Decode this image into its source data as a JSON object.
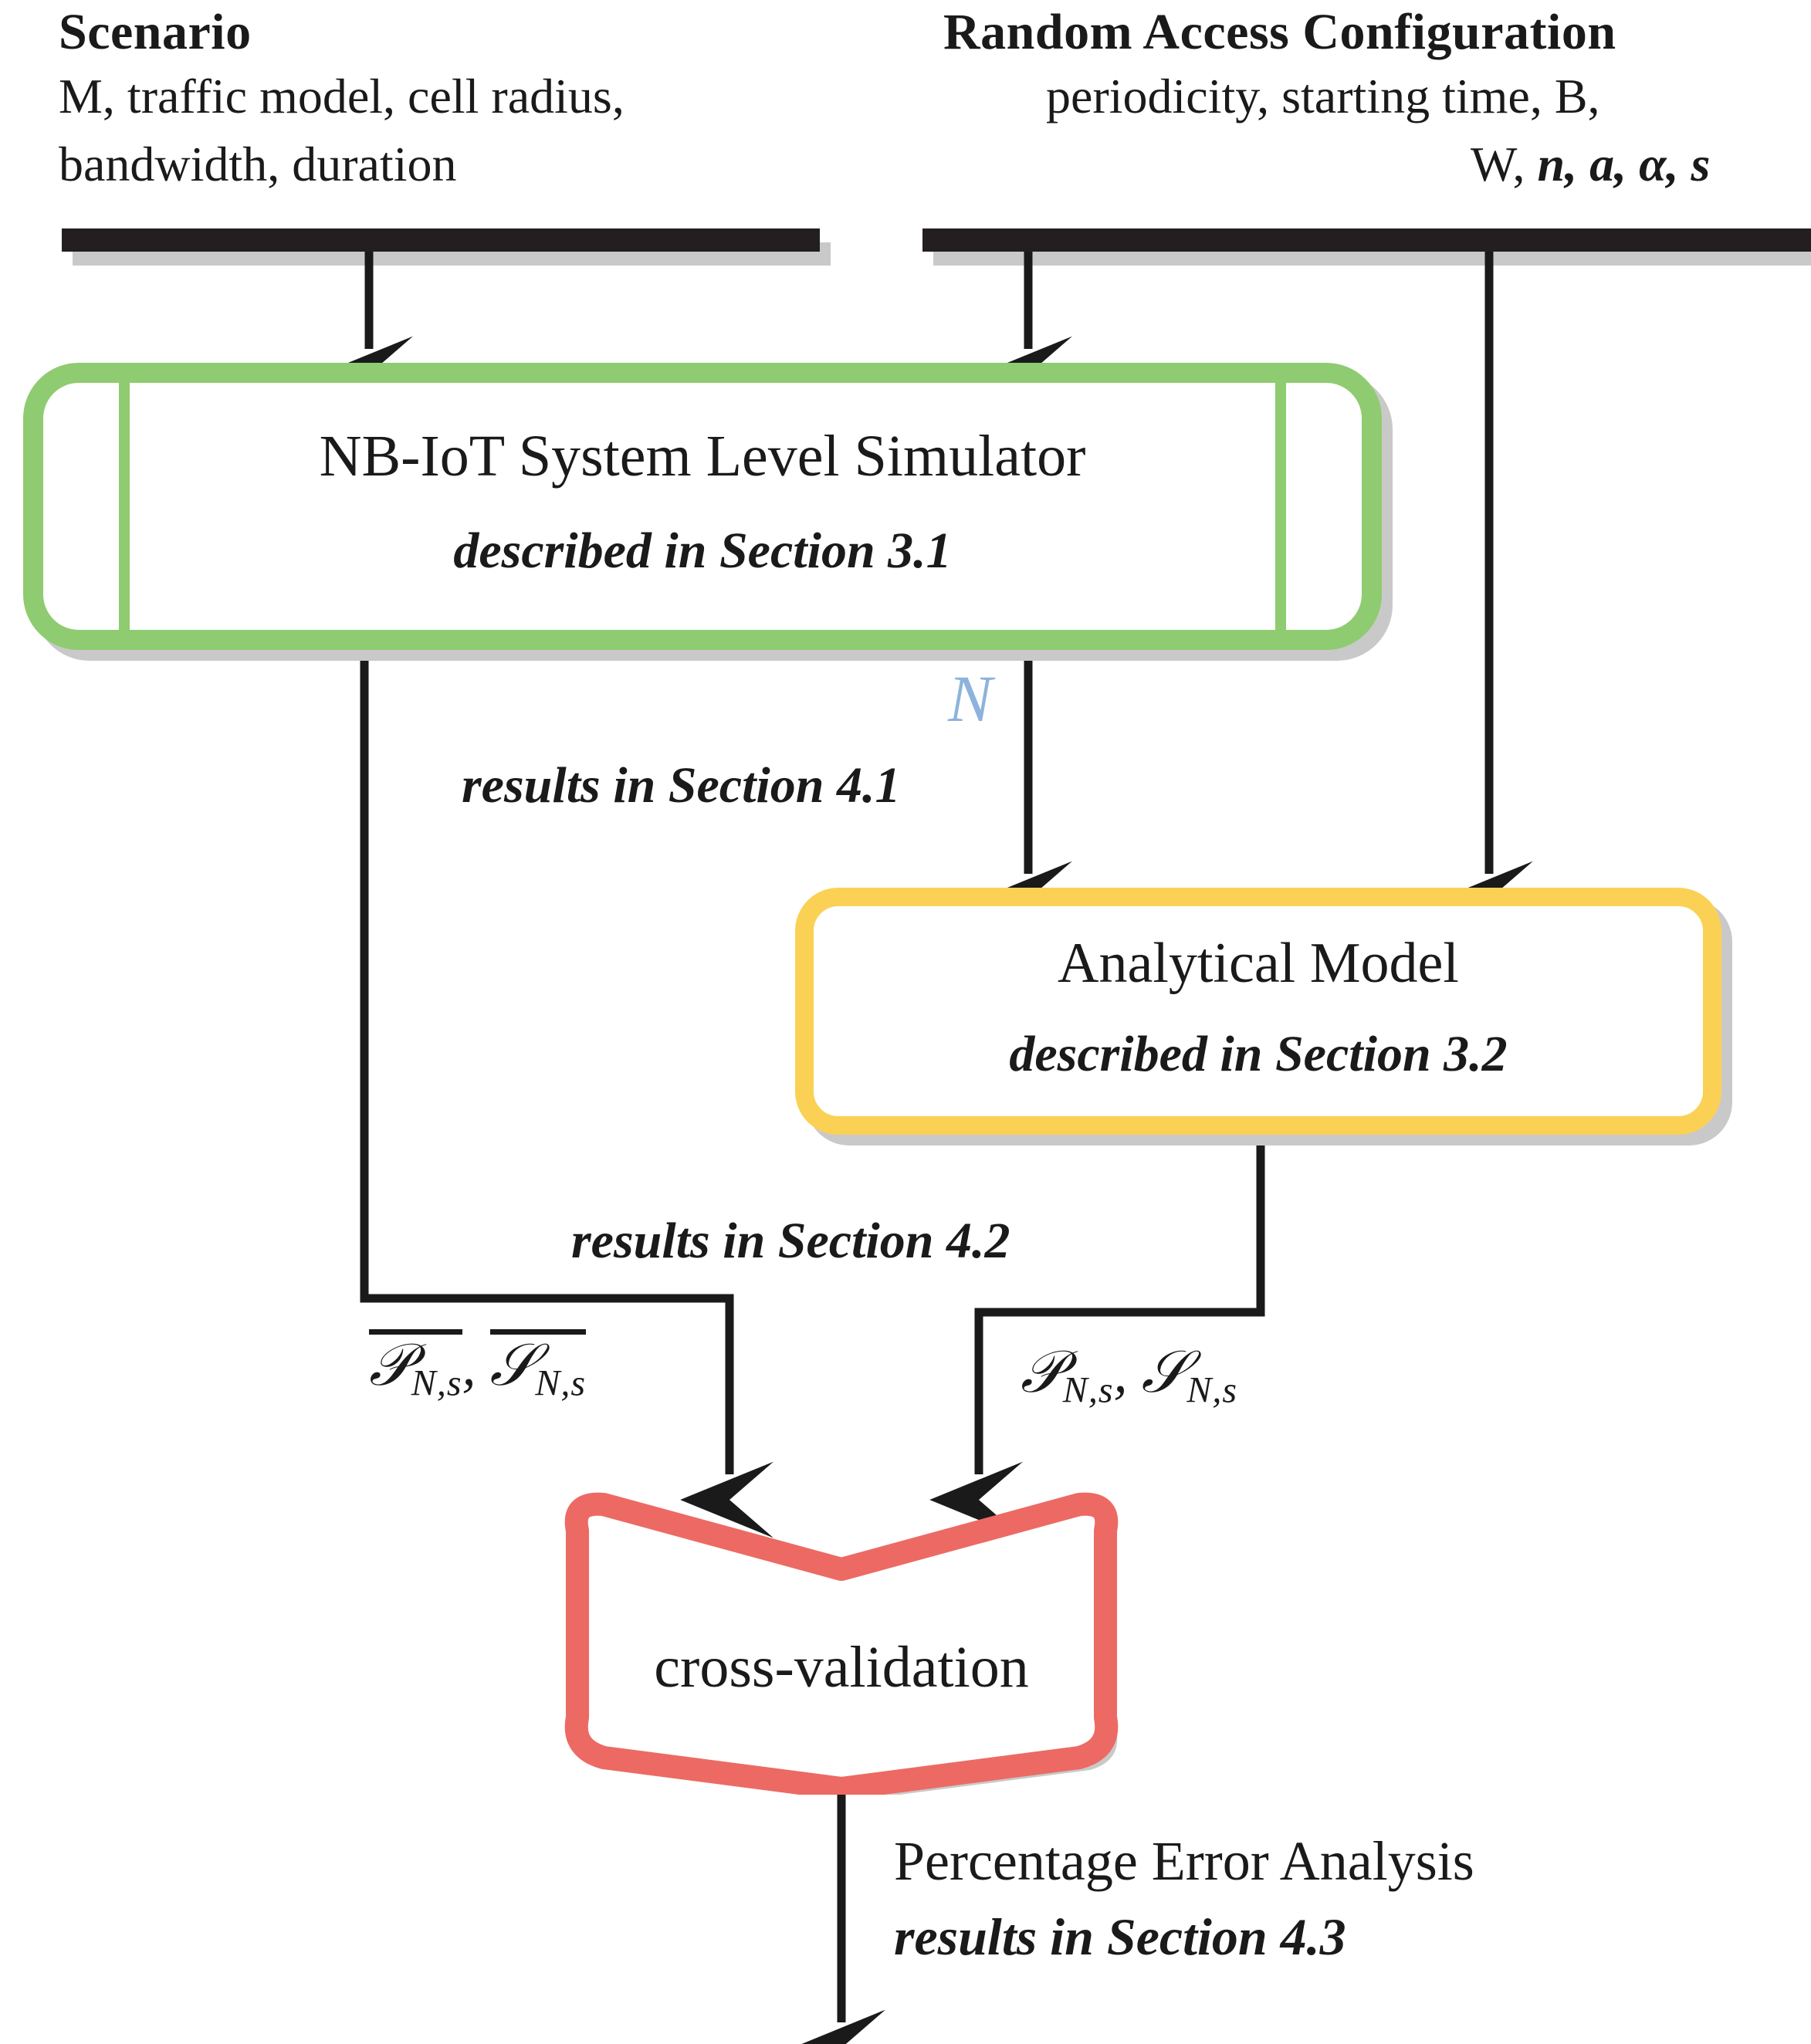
{
  "diagram": {
    "title": "NB-IoT simulator / analytical model cross-validation flowchart",
    "colors": {
      "green": "#8FCB70",
      "yellow": "#FBD155",
      "red": "#EC6A63",
      "blue_n": "#8DB3DC",
      "line": "#1a1a1a",
      "shadow": "#c9c9c9"
    }
  },
  "inputs": {
    "scenario": {
      "heading": "Scenario",
      "line1": "M, traffic model, cell radius,",
      "line2": "bandwidth, duration"
    },
    "random_access": {
      "heading": "Random Access Configuration",
      "line1": "periodicity, starting time, B,",
      "line2_prefix": "W, ",
      "line2_symbols": "n, a, α, s"
    }
  },
  "nodes": {
    "simulator": {
      "title": "NB-IoT System Level Simulator",
      "subtitle": "described in Section 3.1"
    },
    "analytical_model": {
      "title": "Analytical Model",
      "subtitle": "described in Section 3.2"
    },
    "cross_validation": {
      "title": "cross-validation"
    }
  },
  "edge_labels": {
    "n_symbol": "N",
    "results_41": "results in Section 4.1",
    "results_42": "results in Section 4.2",
    "sim_outputs": {
      "p_symbol": "𝒫",
      "p_sub": "N,s",
      "separator": ", ",
      "s_symbol": "𝒮",
      "s_sub": "N,s",
      "overline": true
    },
    "model_outputs": {
      "p_symbol": "𝒫",
      "p_sub": "N,s",
      "separator": ", ",
      "s_symbol": "𝒮",
      "s_sub": "N,s",
      "overline": false
    }
  },
  "output": {
    "title": "Percentage Error Analysis",
    "subtitle": "results in Section 4.3"
  }
}
